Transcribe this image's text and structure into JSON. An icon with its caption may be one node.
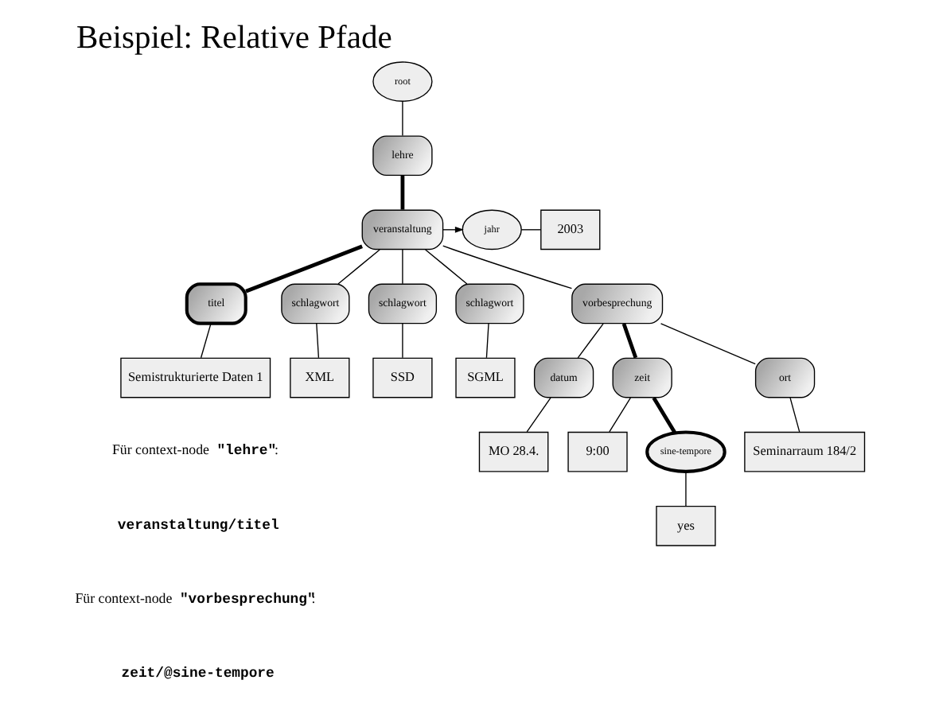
{
  "diagram": {
    "title": "Beispiel: Relative Pfade",
    "nodes": [
      {
        "text": [
          "root"
        ]
      },
      {
        "text": [
          "lehre"
        ]
      },
      {
        "text": [
          "veranstaltung"
        ]
      },
      {
        "text": [
          "jahr"
        ]
      },
      {
        "text": [
          "2003"
        ]
      },
      {
        "text": [
          "titel"
        ]
      },
      {
        "text": [
          "schlagwort"
        ]
      },
      {
        "text": [
          "schlagwort"
        ]
      },
      {
        "text": [
          "schlagwort"
        ]
      },
      {
        "text": [
          "vorbesprechung"
        ]
      },
      {
        "text": [
          "Semistrukturierte Daten 1"
        ]
      },
      {
        "text": [
          "XML"
        ]
      },
      {
        "text": [
          "SSD"
        ]
      },
      {
        "text": [
          "SGML"
        ]
      },
      {
        "text": [
          "datum"
        ]
      },
      {
        "text": [
          "zeit"
        ]
      },
      {
        "text": [
          "ort"
        ]
      },
      {
        "text": [
          "MO 28.4."
        ]
      },
      {
        "text": [
          "9:00"
        ]
      },
      {
        "text": [
          "Seminarraum 184/2"
        ]
      },
      {
        "text": [
          "sine-tempore"
        ]
      },
      {
        "text": [
          "yes"
        ]
      }
    ],
    "edges": [
      {
        "from": 0,
        "to": 1,
        "arrow": "none"
      },
      {
        "from": 1,
        "to": 2,
        "arrow": "none",
        "style": "thick"
      },
      {
        "from": 2,
        "to": 3,
        "arrow": "to"
      },
      {
        "from": 3,
        "to": 4,
        "arrow": "none"
      },
      {
        "from": 2,
        "to": 5,
        "arrow": "none",
        "style": "thick"
      },
      {
        "from": 2,
        "to": 6,
        "arrow": "none"
      },
      {
        "from": 2,
        "to": 7,
        "arrow": "none"
      },
      {
        "from": 2,
        "to": 8,
        "arrow": "none"
      },
      {
        "from": 2,
        "to": 9,
        "arrow": "none"
      },
      {
        "from": 5,
        "to": 10,
        "arrow": "none"
      },
      {
        "from": 6,
        "to": 11,
        "arrow": "none"
      },
      {
        "from": 7,
        "to": 12,
        "arrow": "none"
      },
      {
        "from": 8,
        "to": 13,
        "arrow": "none"
      },
      {
        "from": 9,
        "to": 14,
        "arrow": "none"
      },
      {
        "from": 9,
        "to": 15,
        "arrow": "none",
        "style": "thick"
      },
      {
        "from": 9,
        "to": 16,
        "arrow": "none"
      },
      {
        "from": 14,
        "to": 17,
        "arrow": "none"
      },
      {
        "from": 15,
        "to": 18,
        "arrow": "none"
      },
      {
        "from": 15,
        "to": 20,
        "arrow": "none",
        "style": "thick"
      },
      {
        "from": 16,
        "to": 19,
        "arrow": "none"
      },
      {
        "from": 20,
        "to": 21,
        "arrow": "none"
      }
    ],
    "labels": [
      "Für context-node **\"lehre\"**:",
      "**veranstaltung/titel**",
      "Für context-node **\"vorbesprechung\"**:",
      "**zeit/@sine-tempore**"
    ]
  }
}
